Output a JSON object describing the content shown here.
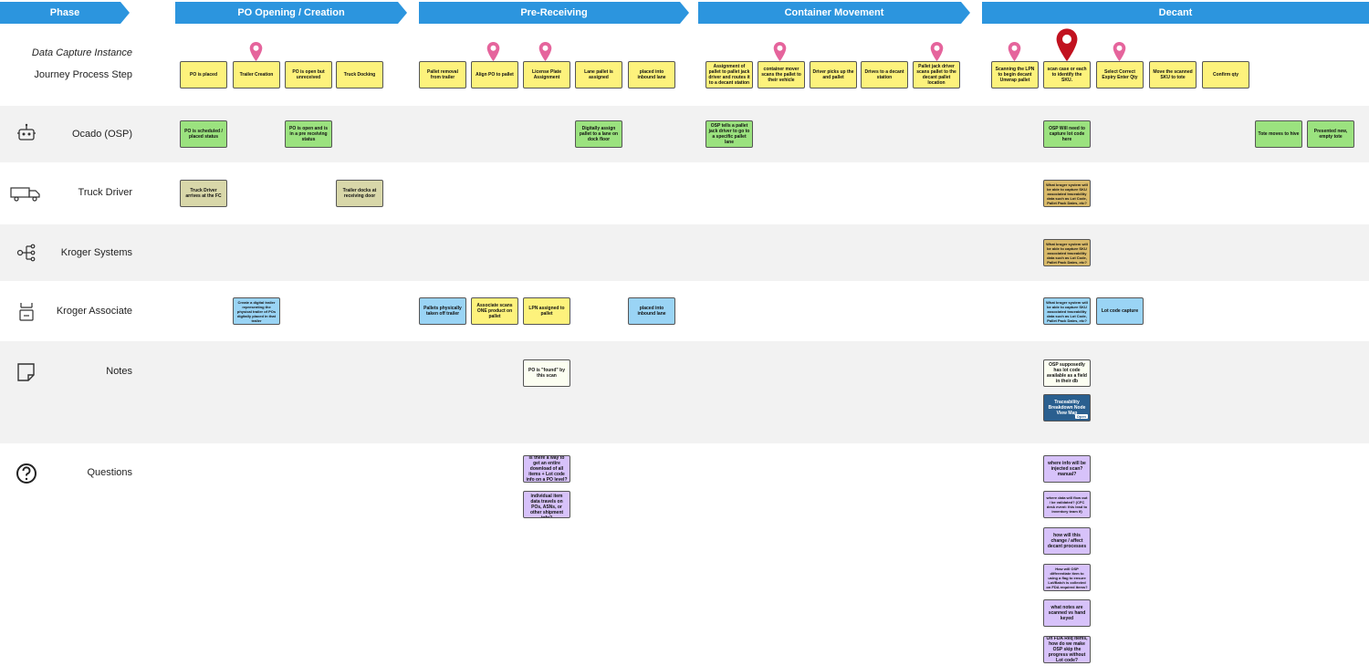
{
  "header": {
    "phase_label": "Phase",
    "phases": [
      "PO Opening / Creation",
      "Pre-Receiving",
      "Container Movement",
      "Decant"
    ]
  },
  "rows": {
    "data_capture": "Data Capture Instance",
    "journey_step": "Journey Process Step",
    "ocado": "Ocado (OSP)",
    "truck_driver": "Truck Driver",
    "kroger_systems": "Kroger Systems",
    "kroger_associate": "Kroger Associate",
    "notes": "Notes",
    "questions": "Questions"
  },
  "journey_notes": [
    "PO is placed",
    "Trailer Creation",
    "PO is open but unreceived",
    "Truck Docking",
    "Pallet removal from trailer",
    "Align PO to pallet",
    "License Plate Assignment",
    "Lane pallet is assigned",
    "placed into inbound lane",
    "Assignment of pallet to pallet jack driver and routes it to a decant station",
    "container mover scans the pallet to their vehicle",
    "Driver picks up the and pallet",
    "Drives to a decant station",
    "Pallet jack driver scans pallet to the decant pallet location",
    "Scanning the LPN to begin decant Unwrap pallet",
    "scan case or each to identify the SKU.",
    "Select Correct Expiry Enter Qty",
    "Move the scanned SKU to tote",
    "Confirm qty"
  ],
  "ocado_notes": [
    "PO is scheduled / placed status",
    "PO is open and is in a pre receiving status",
    "Digitally assign pallet to a lane on dock floor",
    "OSP tells a pallet jack driver to go to a specific pallet lane",
    "OSP Will need to capture lot code here",
    "Tote moves to hive",
    "Presented new, empty tote"
  ],
  "driver_notes": [
    "Truck Driver arrives at the FC",
    "Trailer docks at receiving door",
    "What kroger system will be able to capture SKU associated traceability data such as Lot Code, Pallet Pack Dates, etc?"
  ],
  "systems_notes": [
    "What kroger system will be able to capture SKU associated traceability data such as Lot Code, Pallet Pack Dates, etc?"
  ],
  "associate_notes": [
    "Create a digital trailer representing the physical trailer of POs digitally placed in that trailer",
    "Pallets physically taken off trailer",
    "Associate scans ONE product on pallet",
    "LPN assigned to pallet",
    "placed into inbound lane",
    "What kroger system will be able to capture SKU associated traceability data such as Lot Code, Pallet Pack Dates, etc?",
    "Lot code capture"
  ],
  "notes_notes": [
    "PO is \"found\" by this scan",
    "OSP supposedly has lot code available as a field in their db",
    "Traceability Breakdown Node View Map"
  ],
  "notes_tag": "Open",
  "question_notes": [
    "Is there a way to get an entire download of all items + Lot code info on a PO level?",
    "How much individual item data travels on POs, ASNs, or other shipment info?",
    "where info will be injected scan? manual?",
    "where data will flow out / be validated? (CFC desk event: this lead to inventory team lf)",
    "how will this change / affect decant processes",
    "How will OSP differentiate item to using a flag to ensure Lot/Batch is collected on FDA required items?",
    "what notes are scanned vs hand keyed",
    "On FDA Req items, how do we make OSP skip the progress without Lot code?"
  ],
  "colors": {
    "phase": "#2c95de",
    "pin": "#e5649c",
    "pin_active": "#c1121f",
    "yellow": "#fdf27c",
    "green": "#9be27f",
    "blue": "#9ad4f5",
    "purple": "#d7c2fa"
  },
  "icons": [
    "robot-icon",
    "truck-icon",
    "network-icon",
    "factory-worker-icon",
    "sticky-note-icon",
    "question-circle-icon",
    "map-pin-icon"
  ]
}
